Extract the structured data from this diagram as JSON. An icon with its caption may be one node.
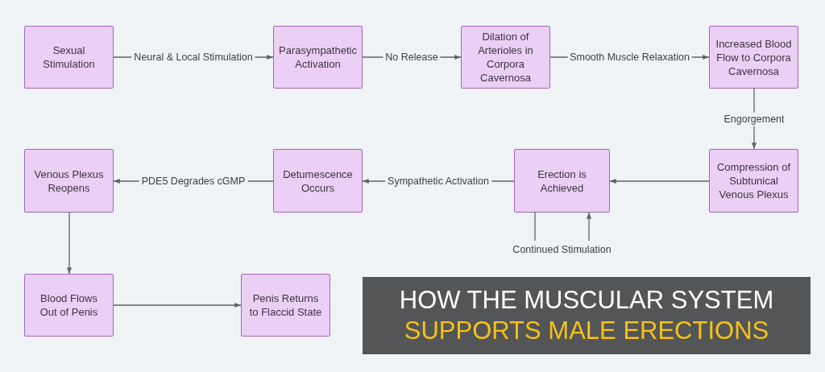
{
  "diagram": {
    "title": "HOW THE MUSCULAR SYSTEM SUPPORTS MALE ERECTIONS",
    "nodes": [
      {
        "text": [
          "Sexual Stimulation"
        ]
      },
      {
        "text": [
          "Parasympathetic Activation"
        ]
      },
      {
        "text": [
          "Dilation of Arterioles in Corpora Cavernosa"
        ]
      },
      {
        "text": [
          "Increased Blood Flow to Corpora Cavernosa"
        ]
      },
      {
        "text": [
          "Venous Plexus Reopens"
        ]
      },
      {
        "text": [
          "Detumescence Occurs"
        ]
      },
      {
        "text": [
          "Erection is Achieved"
        ]
      },
      {
        "text": [
          "Compression of Subtunical Venous Plexus"
        ]
      },
      {
        "text": [
          "Blood Flows Out of Penis"
        ]
      },
      {
        "text": [
          "Penis Returns to Flaccid State"
        ]
      }
    ],
    "edges": [
      {
        "from": 0,
        "to": 1,
        "arrow": "to",
        "label": "Neural & Local Stimulation"
      },
      {
        "from": 1,
        "to": 2,
        "arrow": "to",
        "label": "No Release"
      },
      {
        "from": 2,
        "to": 3,
        "arrow": "to",
        "label": "Smooth Muscle Relaxation"
      },
      {
        "from": 3,
        "to": 7,
        "arrow": "to",
        "label": "Engorgement"
      },
      {
        "from": 7,
        "to": 6,
        "arrow": "to"
      },
      {
        "from": 6,
        "to": 6,
        "arrow": "to",
        "label": "Continued Stimulation"
      },
      {
        "from": 6,
        "to": 5,
        "arrow": "to",
        "label": "Sympathetic Activation"
      },
      {
        "from": 5,
        "to": 4,
        "arrow": "to",
        "label": "PDE5 Degrades cGMP"
      },
      {
        "from": 4,
        "to": 8,
        "arrow": "to"
      },
      {
        "from": 8,
        "to": 9,
        "arrow": "to"
      }
    ]
  }
}
